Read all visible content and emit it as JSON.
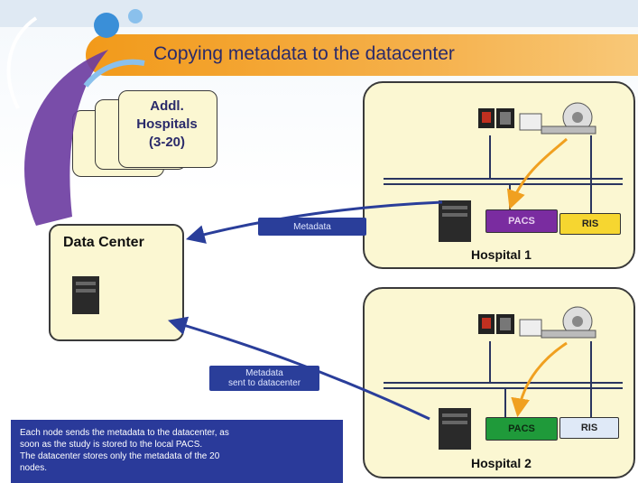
{
  "slide": {
    "title": "Copying metadata to the datacenter"
  },
  "additional_hospitals": {
    "label_line1": "Addl.",
    "label_line2": "Hospitals",
    "label_line3": "(3-20)"
  },
  "data_center": {
    "label": "Data Center"
  },
  "hospital_1": {
    "label": "Hospital 1",
    "pacs": "PACS",
    "ris": "RIS"
  },
  "hospital_2": {
    "label": "Hospital 2",
    "pacs": "PACS",
    "ris": "RIS"
  },
  "arrows": {
    "tag_1": "Metadata",
    "tag_2_line1": "Metadata",
    "tag_2_line2": "sent to datacenter"
  },
  "note": {
    "line1": "Each node sends the metadata to the datacenter, as",
    "line2": "soon as the study is stored to the local PACS.",
    "line3": "The datacenter stores only the metadata of the 20",
    "line4": "nodes."
  },
  "colors": {
    "title_bar": "#f29a1a",
    "box_fill": "#fbf7d2",
    "arrow": "#2a3e9a",
    "pacs_hospital_1": "#7a2ca0",
    "pacs_hospital_2": "#1f9a3a",
    "ris_hospital_1": "#f6d630",
    "ris_hospital_2": "#dfe9f7",
    "local_arrow": "#f0a020"
  },
  "icons": [
    "server-icon",
    "monitor-icon",
    "printer-icon",
    "ct-scanner-icon",
    "decorative-swoosh"
  ]
}
